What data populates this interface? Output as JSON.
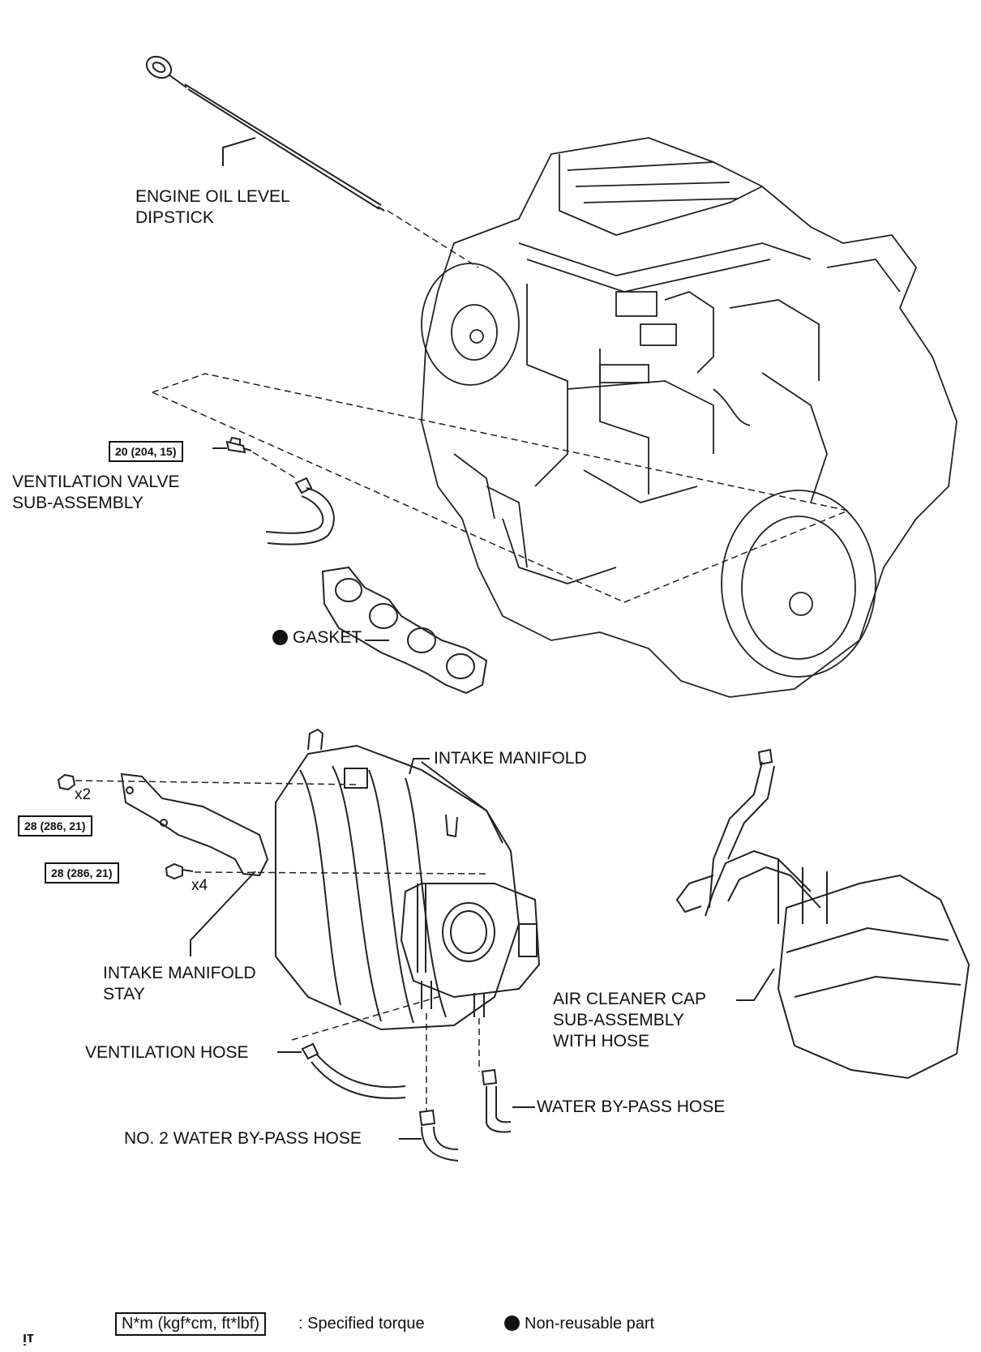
{
  "labels": {
    "dipstick": "ENGINE OIL LEVEL\nDIPSTICK",
    "ventilation_valve": "VENTILATION VALVE\nSUB-ASSEMBLY",
    "gasket": "GASKET",
    "intake_manifold": "INTAKE MANIFOLD",
    "manifold_stay": "INTAKE MANIFOLD\nSTAY",
    "air_cleaner": "AIR CLEANER CAP\nSUB-ASSEMBLY\nWITH HOSE",
    "ventilation_hose": "VENTILATION HOSE",
    "water_bypass_hose": "WATER BY-PASS HOSE",
    "no2_water_bypass_hose": "NO. 2 WATER BY-PASS HOSE"
  },
  "torques": {
    "ventilation_valve": "20 (204, 15)",
    "stay_nut": "28 (286, 21)",
    "stay_bolt": "28 (286, 21)"
  },
  "quantities": {
    "nut": "x2",
    "bolt": "x4"
  },
  "legend": {
    "torque_unit": "N*m (kgf*cm, ft*lbf)",
    "torque_desc": ": Specified torque",
    "non_reusable": "Non-reusable part"
  },
  "corner_mark": "ᴉᴛ"
}
